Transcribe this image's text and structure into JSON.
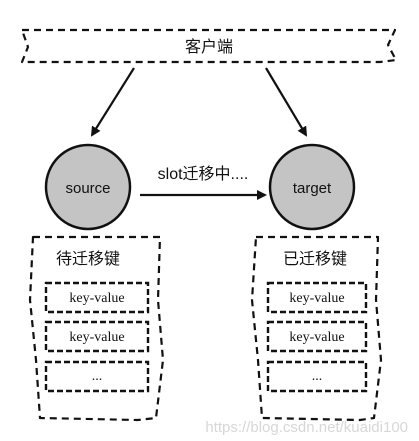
{
  "client": {
    "label": "客户端"
  },
  "source": {
    "label": "source"
  },
  "target": {
    "label": "target"
  },
  "migration": {
    "label": "slot迁移中...."
  },
  "left_group": {
    "title": "待迁移键",
    "items": [
      "key-value",
      "key-value",
      "..."
    ]
  },
  "right_group": {
    "title": "已迁移键",
    "items": [
      "key-value",
      "key-value",
      "..."
    ]
  },
  "watermark": "https://blog.csdn.net/kuaidi100",
  "colors": {
    "node_fill": "#c4c4c4",
    "stroke": "#111111",
    "watermark": "#d7d7d7"
  }
}
